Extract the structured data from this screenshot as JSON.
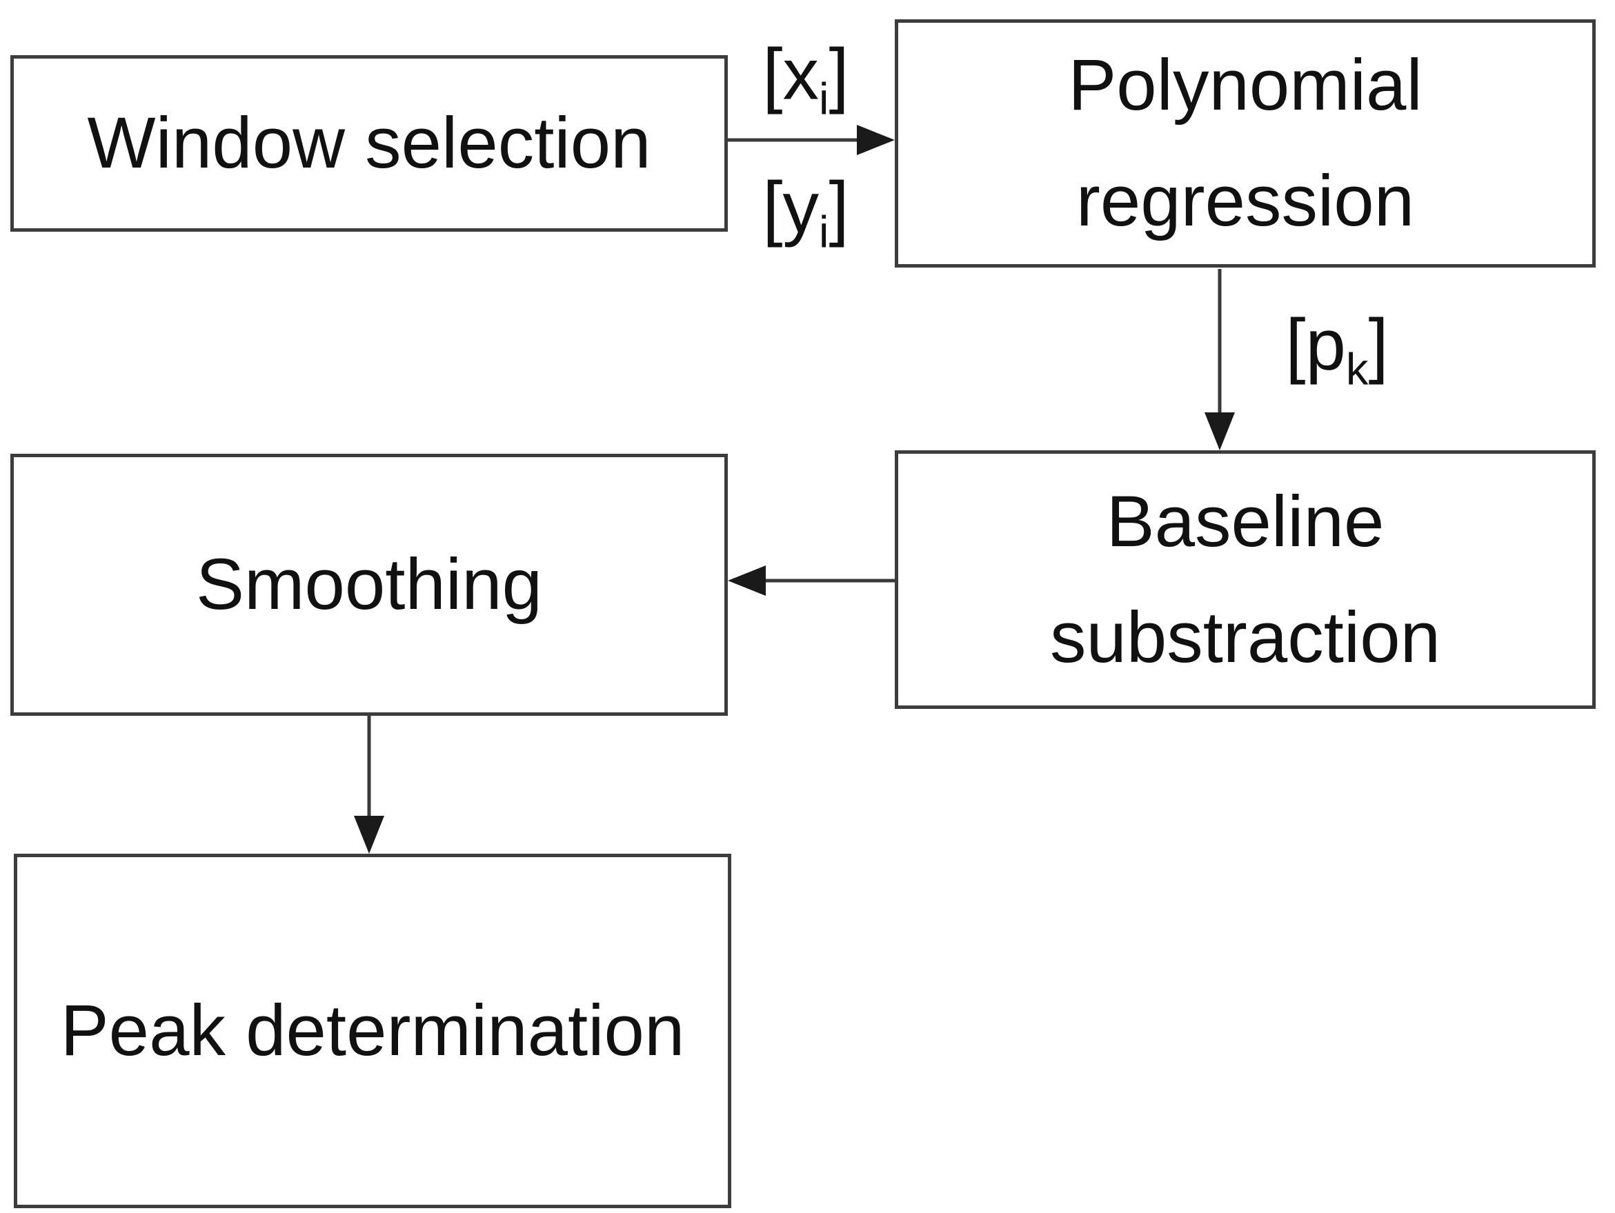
{
  "colors": {
    "background": "#ffffff",
    "box_fill": "#ffffff",
    "box_border": "#3c3c3c",
    "text": "#111111",
    "arrow_line": "#3a3a3a",
    "arrow_head": "#1a1a1a"
  },
  "diagram": {
    "type": "flowchart",
    "nodes": [
      {
        "id": "window-selection",
        "label": "Window selection"
      },
      {
        "id": "polynomial-regression",
        "label": "Polynomial\nregression"
      },
      {
        "id": "baseline-substraction",
        "label": "Baseline\nsubstraction"
      },
      {
        "id": "smoothing",
        "label": "Smoothing"
      },
      {
        "id": "peak-determination",
        "label": "Peak determination"
      }
    ],
    "edge_labels": {
      "xi": {
        "main": "[x",
        "sub": "i",
        "close": "]"
      },
      "yi": {
        "main": "[y",
        "sub": "i",
        "close": "]"
      },
      "pk": {
        "main": "[p",
        "sub": "k",
        "close": "]"
      }
    },
    "edges": [
      {
        "from": "window-selection",
        "to": "polynomial-regression",
        "direction": "right",
        "labels": [
          "xi",
          "yi"
        ]
      },
      {
        "from": "polynomial-regression",
        "to": "baseline-substraction",
        "direction": "down",
        "labels": [
          "pk"
        ]
      },
      {
        "from": "baseline-substraction",
        "to": "smoothing",
        "direction": "left",
        "labels": []
      },
      {
        "from": "smoothing",
        "to": "peak-determination",
        "direction": "down",
        "labels": []
      }
    ]
  }
}
